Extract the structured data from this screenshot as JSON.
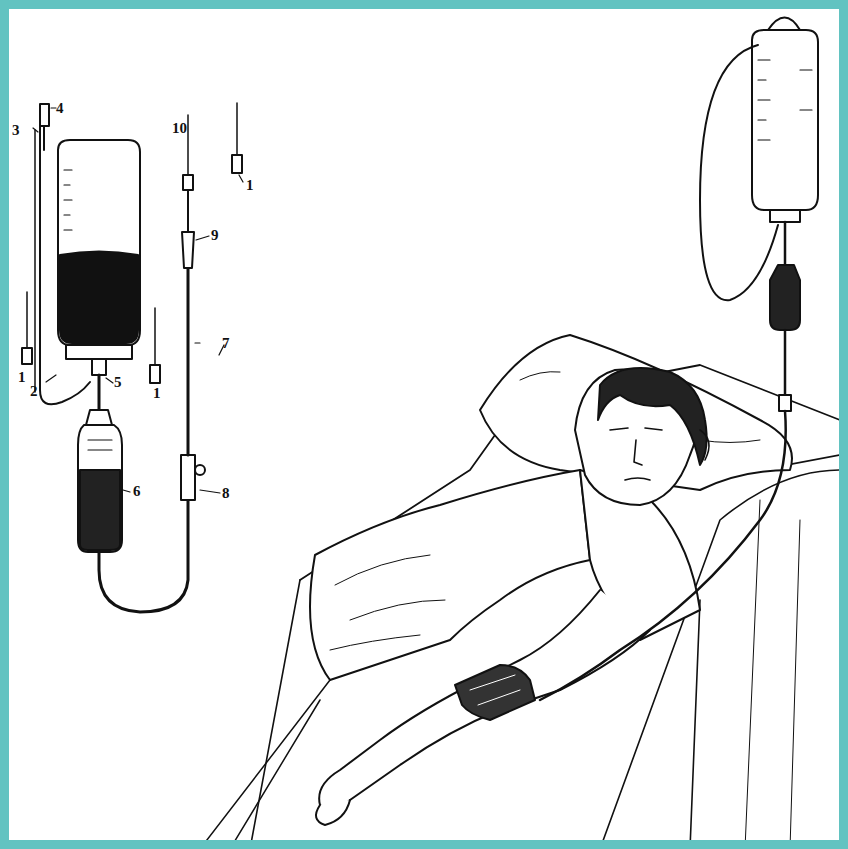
{
  "diagram": {
    "labels": [
      "4",
      "3",
      "10",
      "1",
      "9",
      "7",
      "1",
      "1",
      "5",
      "2",
      "6",
      "8"
    ]
  }
}
